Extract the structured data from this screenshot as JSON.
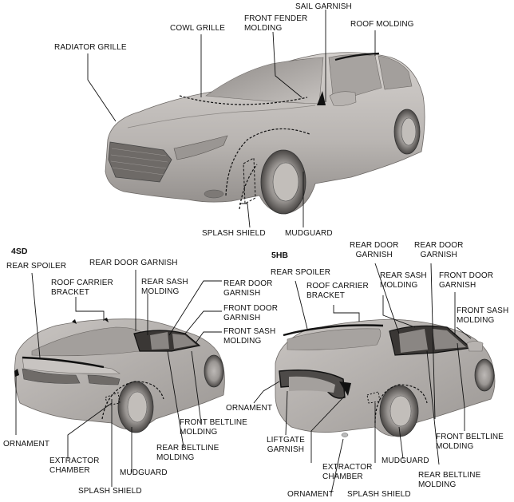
{
  "sections": {
    "sedan": "4SD",
    "hatchback": "5HB"
  },
  "top_labels": {
    "sail_garnish": "SAIL GARNISH",
    "front_fender_molding": "FRONT FENDER\nMOLDING",
    "cowl_grille": "COWL GRILLE",
    "roof_molding": "ROOF MOLDING",
    "radiator_grille": "RADIATOR GRILLE",
    "splash_shield": "SPLASH SHIELD",
    "mudguard": "MUDGUARD"
  },
  "sedan_labels": {
    "rear_spoiler": "REAR SPOILER",
    "rear_door_garnish": "REAR DOOR GARNISH",
    "roof_carrier_bracket": "ROOF CARRIER\nBRACKET",
    "rear_sash_molding": "REAR SASH\nMOLDING",
    "rear_door_garnish_2": "REAR DOOR\nGARNISH",
    "front_door_garnish": "FRONT DOOR\nGARNISH",
    "front_sash_molding": "FRONT SASH\nMOLDING",
    "front_beltline_molding": "FRONT BELTLINE\nMOLDING",
    "rear_beltline_molding": "REAR BELTLINE\nMOLDING",
    "ornament": "ORNAMENT",
    "extractor_chamber": "EXTRACTOR\nCHAMBER",
    "mudguard": "MUDGUARD",
    "splash_shield": "SPLASH SHIELD"
  },
  "hatchback_labels": {
    "rear_door_garnish_a": "REAR DOOR\nGARNISH",
    "rear_door_garnish_b": "REAR DOOR\nGARNISH",
    "rear_spoiler": "REAR SPOILER",
    "roof_carrier_bracket": "ROOF CARRIER\nBRACKET",
    "rear_sash_molding": "REAR SASH\nMOLDING",
    "front_door_garnish": "FRONT DOOR\nGARNISH",
    "front_sash_molding": "FRONT SASH\nMOLDING",
    "ornament_upper": "ORNAMENT",
    "liftgate_garnish": "LIFTGATE\nGARNISH",
    "extractor_chamber": "EXTRACTOR\nCHAMBER",
    "mudguard": "MUDGUARD",
    "front_beltline_molding": "FRONT BELTLINE\nMOLDING",
    "rear_beltline_molding": "REAR BELTLINE\nMOLDING",
    "ornament_lower": "ORNAMENT",
    "splash_shield": "SPLASH SHIELD"
  }
}
